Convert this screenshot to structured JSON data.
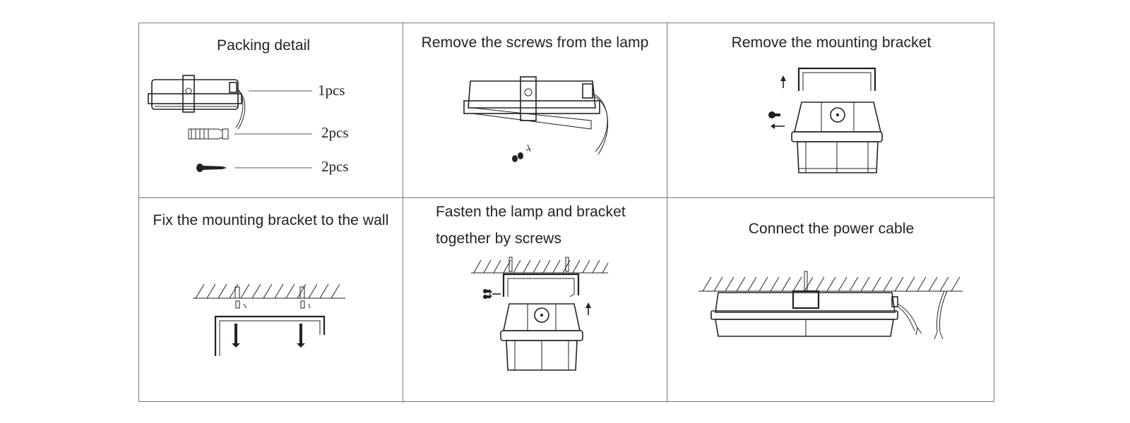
{
  "panels": [
    {
      "title": "Packing detail",
      "items": [
        {
          "qty": "1pcs"
        },
        {
          "qty": "2pcs"
        },
        {
          "qty": "2pcs"
        }
      ]
    },
    {
      "title": "Remove the screws from the lamp"
    },
    {
      "title": "Remove the mounting bracket"
    },
    {
      "title": "Fix the mounting bracket to the wall"
    },
    {
      "title_line1": "Fasten the lamp and bracket",
      "title_line2": "together by screws"
    },
    {
      "title": "Connect the power cable"
    }
  ]
}
